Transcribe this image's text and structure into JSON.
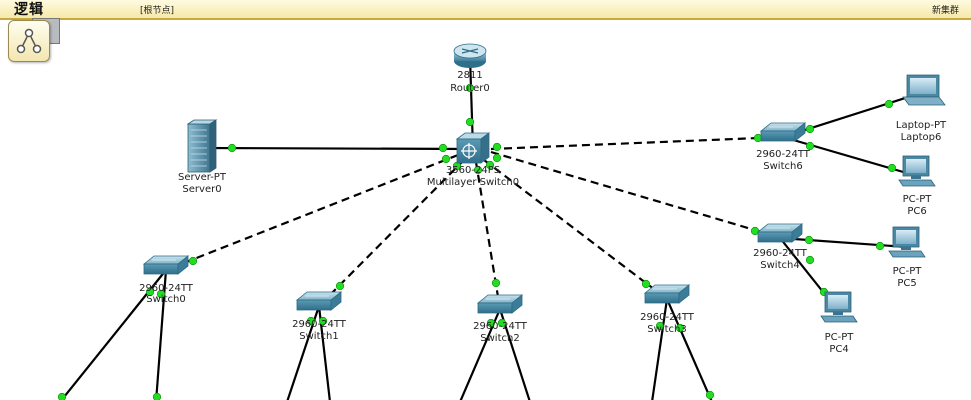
{
  "toolbar": {
    "logic_label": "逻辑",
    "root_node": "[根节点]",
    "new_cluster": "新集群"
  },
  "icons": {
    "logic_button": "logic-topology-icon"
  },
  "devices": [
    {
      "id": "router0",
      "kind": "router",
      "model": "2811",
      "name": "Router0"
    },
    {
      "id": "mls0",
      "kind": "mlswitch",
      "model": "3560-24PS",
      "name": "Multilayer Switch0"
    },
    {
      "id": "server0",
      "kind": "server",
      "model": "Server-PT",
      "name": "Server0"
    },
    {
      "id": "switch0",
      "kind": "switch",
      "model": "2960-24TT",
      "name": "Switch0"
    },
    {
      "id": "switch1",
      "kind": "switch",
      "model": "2960-24TT",
      "name": "Switch1"
    },
    {
      "id": "switch2",
      "kind": "switch",
      "model": "2960-24TT",
      "name": "Switch2"
    },
    {
      "id": "switch3",
      "kind": "switch",
      "model": "2960-24TT",
      "name": "Switch3"
    },
    {
      "id": "switch4",
      "kind": "switch",
      "model": "2960-24TT",
      "name": "Switch4"
    },
    {
      "id": "switch6",
      "kind": "switch",
      "model": "2960-24TT",
      "name": "Switch6"
    },
    {
      "id": "laptop6",
      "kind": "laptop",
      "model": "Laptop-PT",
      "name": "Laptop6"
    },
    {
      "id": "pc6",
      "kind": "pc",
      "model": "PC-PT",
      "name": "PC6"
    },
    {
      "id": "pc5",
      "kind": "pc",
      "model": "PC-PT",
      "name": "PC5"
    },
    {
      "id": "pc4",
      "kind": "pc",
      "model": "PC-PT",
      "name": "PC4"
    }
  ],
  "links": [
    {
      "from": "router0",
      "to": "mls0",
      "style": "solid"
    },
    {
      "from": "server0",
      "to": "mls0",
      "style": "solid"
    },
    {
      "from": "mls0",
      "to": "switch6",
      "style": "dashed"
    },
    {
      "from": "mls0",
      "to": "switch4",
      "style": "dashed"
    },
    {
      "from": "mls0",
      "to": "switch0",
      "style": "dashed"
    },
    {
      "from": "mls0",
      "to": "switch1",
      "style": "dashed"
    },
    {
      "from": "mls0",
      "to": "switch2",
      "style": "dashed"
    },
    {
      "from": "mls0",
      "to": "switch3",
      "style": "dashed"
    },
    {
      "from": "switch6",
      "to": "laptop6",
      "style": "solid"
    },
    {
      "from": "switch6",
      "to": "pc6",
      "style": "solid"
    },
    {
      "from": "switch4",
      "to": "pc5",
      "style": "solid"
    },
    {
      "from": "switch4",
      "to": "pc4",
      "style": "solid"
    },
    {
      "from": "switch0",
      "to": "offscreen_a",
      "style": "solid"
    },
    {
      "from": "switch0",
      "to": "offscreen_b",
      "style": "solid"
    },
    {
      "from": "switch1",
      "to": "offscreen_c",
      "style": "solid"
    },
    {
      "from": "switch1",
      "to": "offscreen_d",
      "style": "solid"
    },
    {
      "from": "switch2",
      "to": "offscreen_e",
      "style": "solid"
    },
    {
      "from": "switch2",
      "to": "offscreen_f",
      "style": "solid"
    },
    {
      "from": "switch3",
      "to": "offscreen_g",
      "style": "solid"
    },
    {
      "from": "switch3",
      "to": "offscreen_h",
      "style": "solid"
    }
  ]
}
